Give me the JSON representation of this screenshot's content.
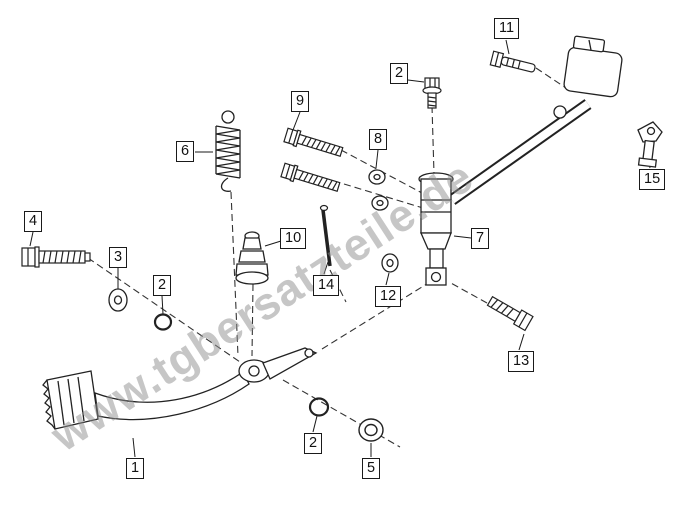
{
  "watermark": {
    "text": "www.tgbersatzteile.de"
  },
  "colors": {
    "line": "#222222",
    "watermark_gray": "#8f8f8f",
    "background": "#ffffff"
  },
  "callouts": [
    {
      "num": "11"
    },
    {
      "num": "2"
    },
    {
      "num": "9"
    },
    {
      "num": "6"
    },
    {
      "num": "8"
    },
    {
      "num": "15"
    },
    {
      "num": "10"
    },
    {
      "num": "7"
    },
    {
      "num": "4"
    },
    {
      "num": "3"
    },
    {
      "num": "2"
    },
    {
      "num": "14"
    },
    {
      "num": "12"
    },
    {
      "num": "13"
    },
    {
      "num": "2"
    },
    {
      "num": "5"
    },
    {
      "num": "1"
    }
  ]
}
